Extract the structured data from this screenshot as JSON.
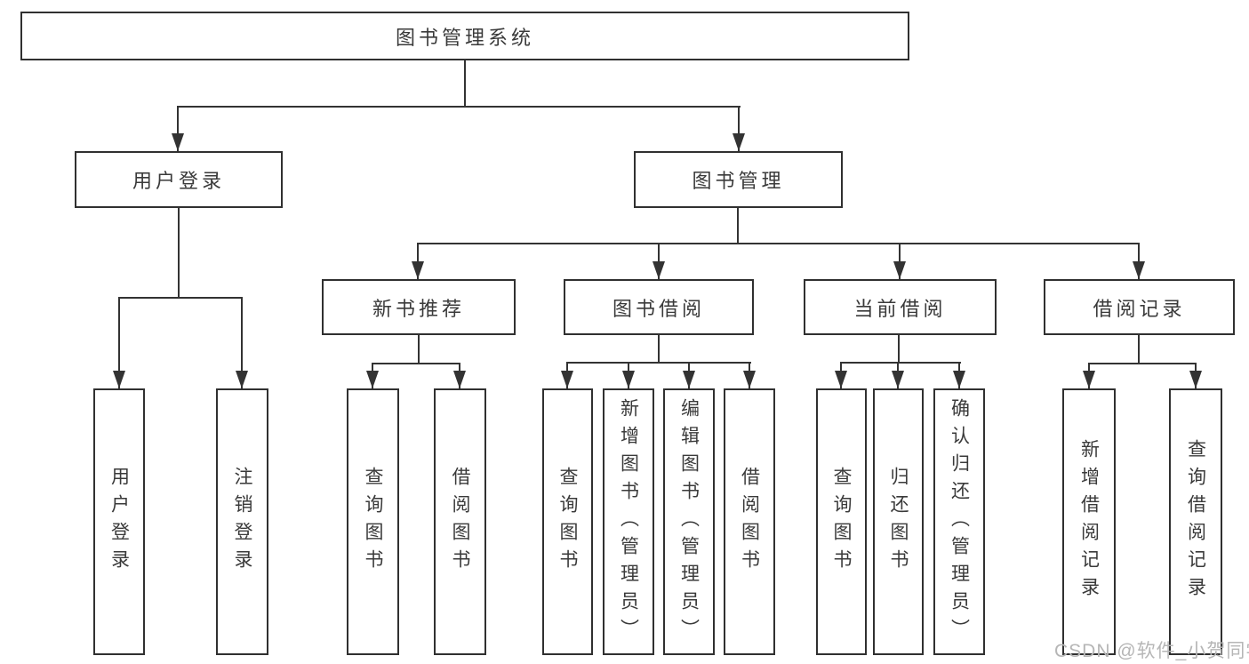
{
  "diagram": {
    "root": {
      "label": "图书管理系统"
    },
    "branches": [
      {
        "label": "用户登录",
        "children": [
          {
            "label": "用户登录"
          },
          {
            "label": "注销登录"
          }
        ]
      },
      {
        "label": "图书管理",
        "children": [
          {
            "label": "新书推荐",
            "children": [
              {
                "label": "查询图书"
              },
              {
                "label": "借阅图书"
              }
            ]
          },
          {
            "label": "图书借阅",
            "children": [
              {
                "label": "查询图书"
              },
              {
                "label": "新增图书（管理员）"
              },
              {
                "label": "编辑图书（管理员）"
              },
              {
                "label": "借阅图书"
              }
            ]
          },
          {
            "label": "当前借阅",
            "children": [
              {
                "label": "查询图书"
              },
              {
                "label": "归还图书"
              },
              {
                "label": "确认归还（管理员）"
              }
            ]
          },
          {
            "label": "借阅记录",
            "children": [
              {
                "label": "新增借阅记录"
              },
              {
                "label": "查询借阅记录"
              }
            ]
          }
        ]
      }
    ]
  },
  "watermark": {
    "text": "CSDN @软件_小贺同学"
  },
  "colors": {
    "line": "#333333",
    "box_border": "#303030",
    "text": "#3a3a3a",
    "watermark": "#b6b6b6",
    "background": "#ffffff"
  }
}
